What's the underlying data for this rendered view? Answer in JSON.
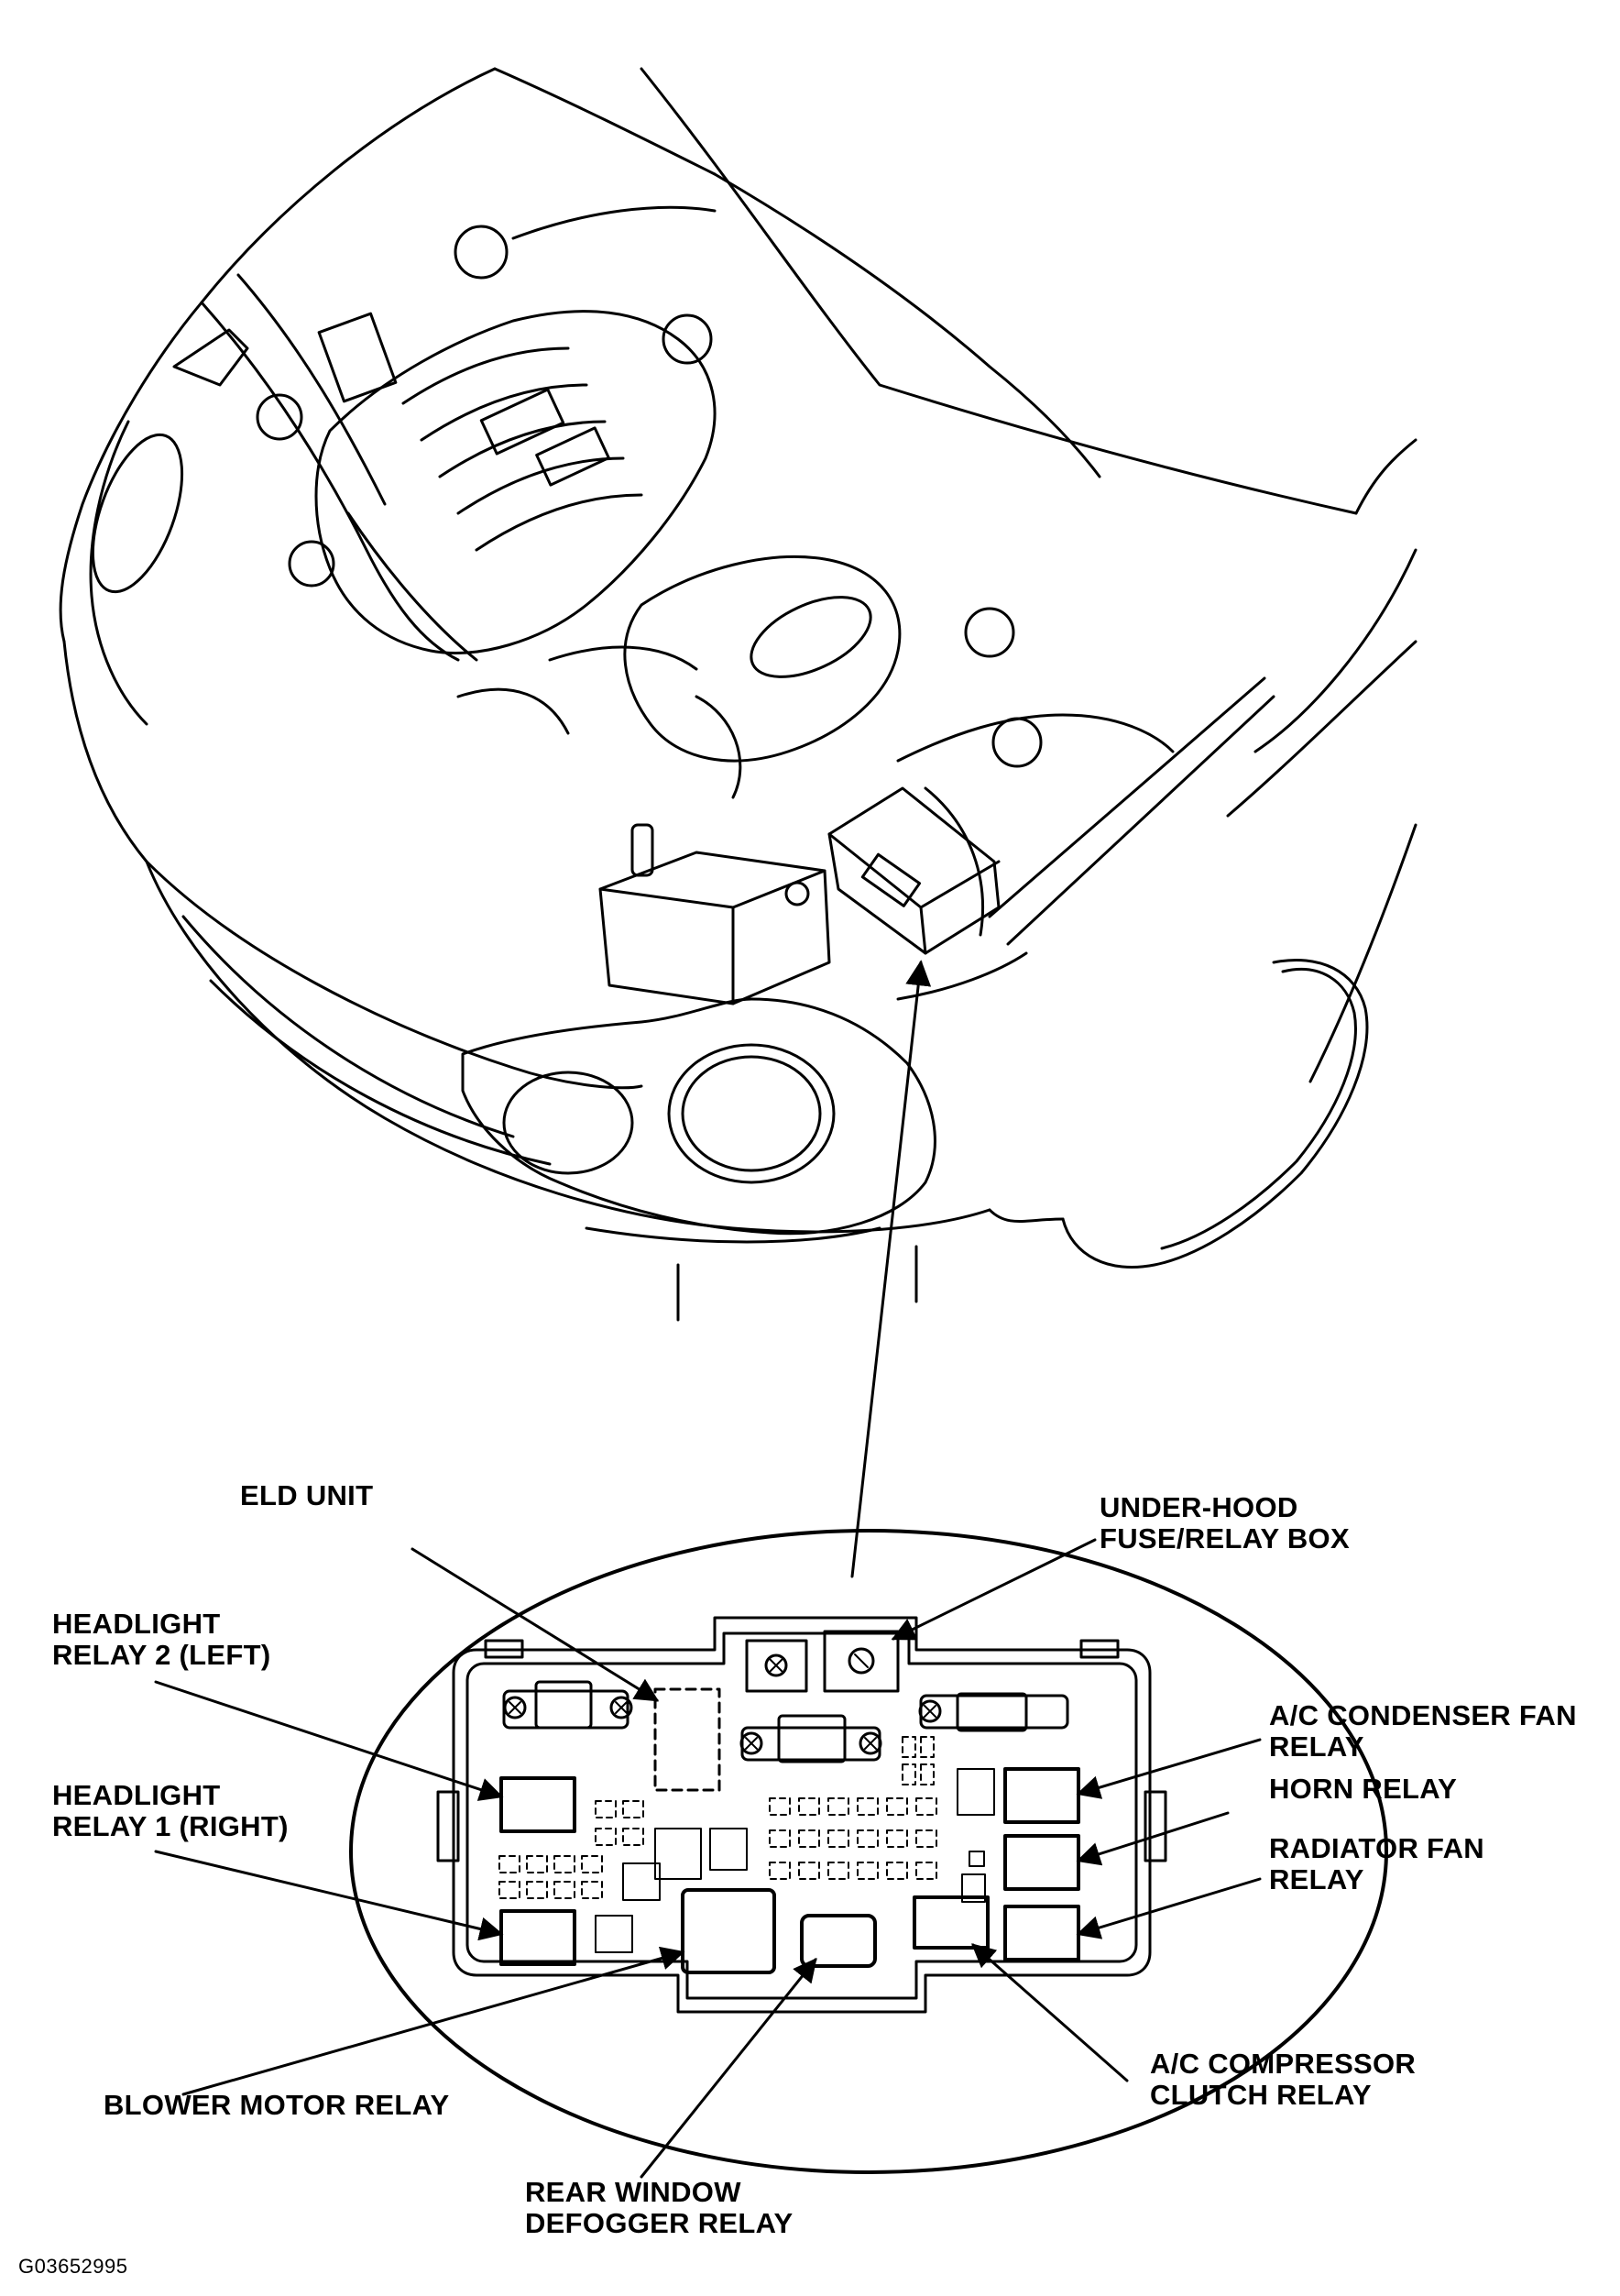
{
  "figure_id": "G03652995",
  "labels": {
    "eld_unit": "ELD UNIT",
    "fuse_box_1": "UNDER-HOOD",
    "fuse_box_2": "FUSE/RELAY BOX",
    "hl2_1": "HEADLIGHT",
    "hl2_2": "RELAY 2 (LEFT)",
    "hl1_1": "HEADLIGHT",
    "hl1_2": "RELAY 1 (RIGHT)",
    "ac_cond_1": "A/C CONDENSER FAN",
    "ac_cond_2": "RELAY",
    "horn": "HORN RELAY",
    "rad_1": "RADIATOR FAN",
    "rad_2": "RELAY",
    "blower": "BLOWER MOTOR RELAY",
    "rear_1": "REAR WINDOW",
    "rear_2": "DEFOGGER RELAY",
    "ac_comp_1": "A/C COMPRESSOR",
    "ac_comp_2": "CLUTCH RELAY"
  }
}
